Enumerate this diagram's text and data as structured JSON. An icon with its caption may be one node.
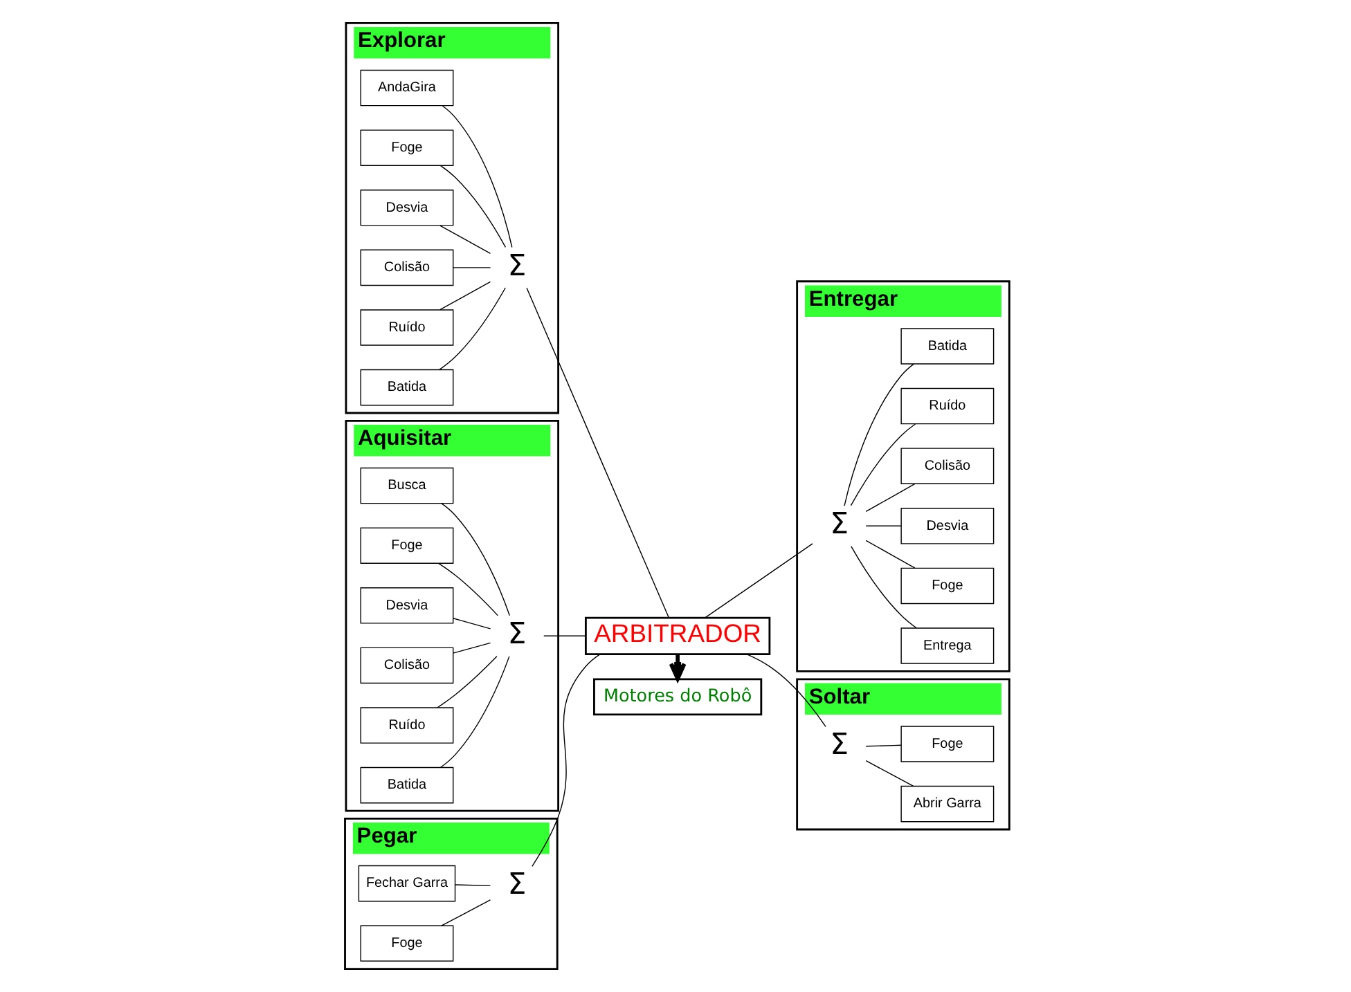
{
  "diagram": {
    "nodes": [
      {
        "text": [
          "Explorar"
        ]
      },
      {
        "text": [
          "AndaGira"
        ],
        "in": 0
      },
      {
        "text": [
          "Foge"
        ],
        "in": 0
      },
      {
        "text": [
          "Desvia"
        ],
        "in": 0
      },
      {
        "text": [
          "Colisão"
        ],
        "in": 0
      },
      {
        "text": [
          "Ruído"
        ],
        "in": 0
      },
      {
        "text": [
          "Batida"
        ],
        "in": 0
      },
      {
        "text": [
          "Σ"
        ],
        "in": 0
      },
      {
        "text": [
          "Entregar"
        ]
      },
      {
        "text": [
          "Σ"
        ],
        "in": 8
      },
      {
        "text": [
          "Entrega"
        ],
        "in": 8
      },
      {
        "text": [
          "Foge"
        ],
        "in": 8
      },
      {
        "text": [
          "Desvia"
        ],
        "in": 8
      },
      {
        "text": [
          "Colisão"
        ],
        "in": 8
      },
      {
        "text": [
          "Ruído"
        ],
        "in": 8
      },
      {
        "text": [
          "Batida"
        ],
        "in": 8
      },
      {
        "text": [
          "Aquisitar"
        ]
      },
      {
        "text": [
          "Busca"
        ],
        "in": 16
      },
      {
        "text": [
          "Foge"
        ],
        "in": 16
      },
      {
        "text": [
          "Desvia"
        ],
        "in": 16
      },
      {
        "text": [
          "Colisão"
        ],
        "in": 16
      },
      {
        "text": [
          "Ruído"
        ],
        "in": 16
      },
      {
        "text": [
          "Batida"
        ],
        "in": 16
      },
      {
        "text": [
          "Σ"
        ],
        "in": 16
      },
      {
        "text": [
          "Soltar"
        ]
      },
      {
        "text": [
          "Σ"
        ],
        "in": 24
      },
      {
        "text": [
          "Abrir Garra"
        ],
        "in": 24
      },
      {
        "text": [
          "Foge"
        ],
        "in": 24
      },
      {
        "text": [
          "ARBITRADOR"
        ]
      },
      {
        "text": [
          "Pegar"
        ]
      },
      {
        "text": [
          "Fechar Garra"
        ],
        "in": 29
      },
      {
        "text": [
          "Foge"
        ],
        "in": 29
      },
      {
        "text": [
          "Σ"
        ],
        "in": 29
      },
      {
        "text": [
          "Motores do Robô"
        ]
      }
    ],
    "edges": [
      {
        "from": 1,
        "to": 7,
        "arrow": "none"
      },
      {
        "from": 2,
        "to": 7,
        "arrow": "none"
      },
      {
        "from": 3,
        "to": 7,
        "arrow": "none"
      },
      {
        "from": 4,
        "to": 7,
        "arrow": "none"
      },
      {
        "from": 5,
        "to": 7,
        "arrow": "none"
      },
      {
        "from": 6,
        "to": 7,
        "arrow": "none"
      },
      {
        "from": 9,
        "to": 10,
        "arrow": "none"
      },
      {
        "from": 9,
        "to": 11,
        "arrow": "none"
      },
      {
        "from": 9,
        "to": 12,
        "arrow": "none"
      },
      {
        "from": 9,
        "to": 13,
        "arrow": "none"
      },
      {
        "from": 9,
        "to": 14,
        "arrow": "none"
      },
      {
        "from": 9,
        "to": 15,
        "arrow": "none"
      },
      {
        "from": 17,
        "to": 23,
        "arrow": "none"
      },
      {
        "from": 18,
        "to": 23,
        "arrow": "none"
      },
      {
        "from": 19,
        "to": 23,
        "arrow": "none"
      },
      {
        "from": 20,
        "to": 23,
        "arrow": "none"
      },
      {
        "from": 21,
        "to": 23,
        "arrow": "none"
      },
      {
        "from": 22,
        "to": 23,
        "arrow": "none"
      },
      {
        "from": 25,
        "to": 26,
        "arrow": "none"
      },
      {
        "from": 25,
        "to": 27,
        "arrow": "none"
      },
      {
        "from": 30,
        "to": 32,
        "arrow": "none"
      },
      {
        "from": 31,
        "to": 32,
        "arrow": "none"
      },
      {
        "from": 7,
        "to": 28,
        "arrow": "none"
      },
      {
        "from": 28,
        "to": 9,
        "arrow": "none"
      },
      {
        "from": 23,
        "to": 28,
        "arrow": "none"
      },
      {
        "from": 28,
        "to": 25,
        "arrow": "none"
      },
      {
        "from": 32,
        "to": 28,
        "arrow": "none"
      },
      {
        "from": 28,
        "to": 33,
        "arrow": "to",
        "style": "thick"
      }
    ]
  }
}
